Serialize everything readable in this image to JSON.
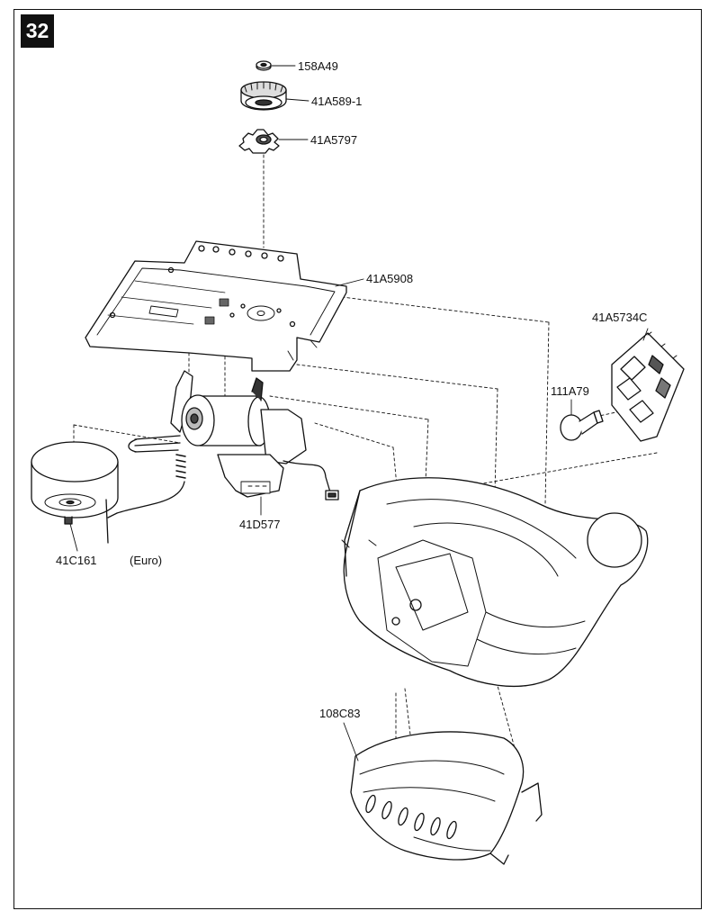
{
  "figure_number": "32",
  "parts": {
    "p158A49": "158A49",
    "p41A589_1": "41A589-1",
    "p41A5797": "41A5797",
    "p41A5908": "41A5908",
    "p41A5734C": "41A5734C",
    "p111A79": "111A79",
    "p41D577": "41D577",
    "p41C161": "41C161",
    "euro": "(Euro)",
    "p108C83": "108C83"
  }
}
